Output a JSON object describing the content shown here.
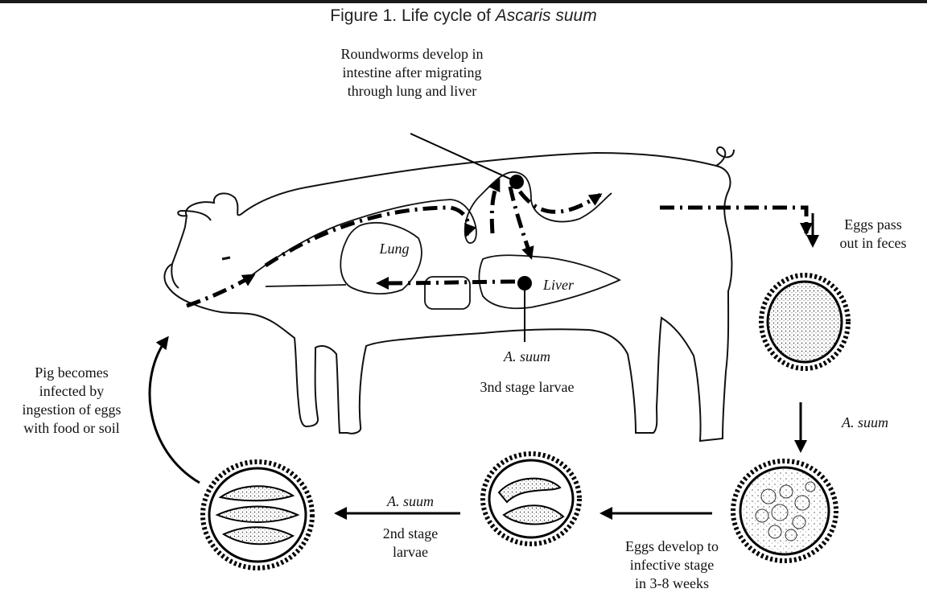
{
  "figure": {
    "title_prefix": "Figure 1. Life cycle of ",
    "title_species": "Ascaris suum"
  },
  "labels": {
    "roundworms_line1": "Roundworms develop in",
    "roundworms_line2": "intestine after migrating",
    "roundworms_line3": "through lung and liver",
    "lung": "Lung",
    "liver": "Liver",
    "larvae_species": "A. suum",
    "larvae_stage": "3nd stage larvae",
    "eggs_pass_line1": "Eggs pass",
    "eggs_pass_line2": "out in feces",
    "egg_species": "A. suum",
    "develop_line1": "Eggs develop to",
    "develop_line2": "infective stage",
    "develop_line3": "in 3-8 weeks",
    "second_species": "A. suum",
    "second_line1": "2nd stage",
    "second_line2": "larvae",
    "infected_line1": "Pig becomes",
    "infected_line2": "infected by",
    "infected_line3": "ingestion of eggs",
    "infected_line4": "with food or soil"
  }
}
